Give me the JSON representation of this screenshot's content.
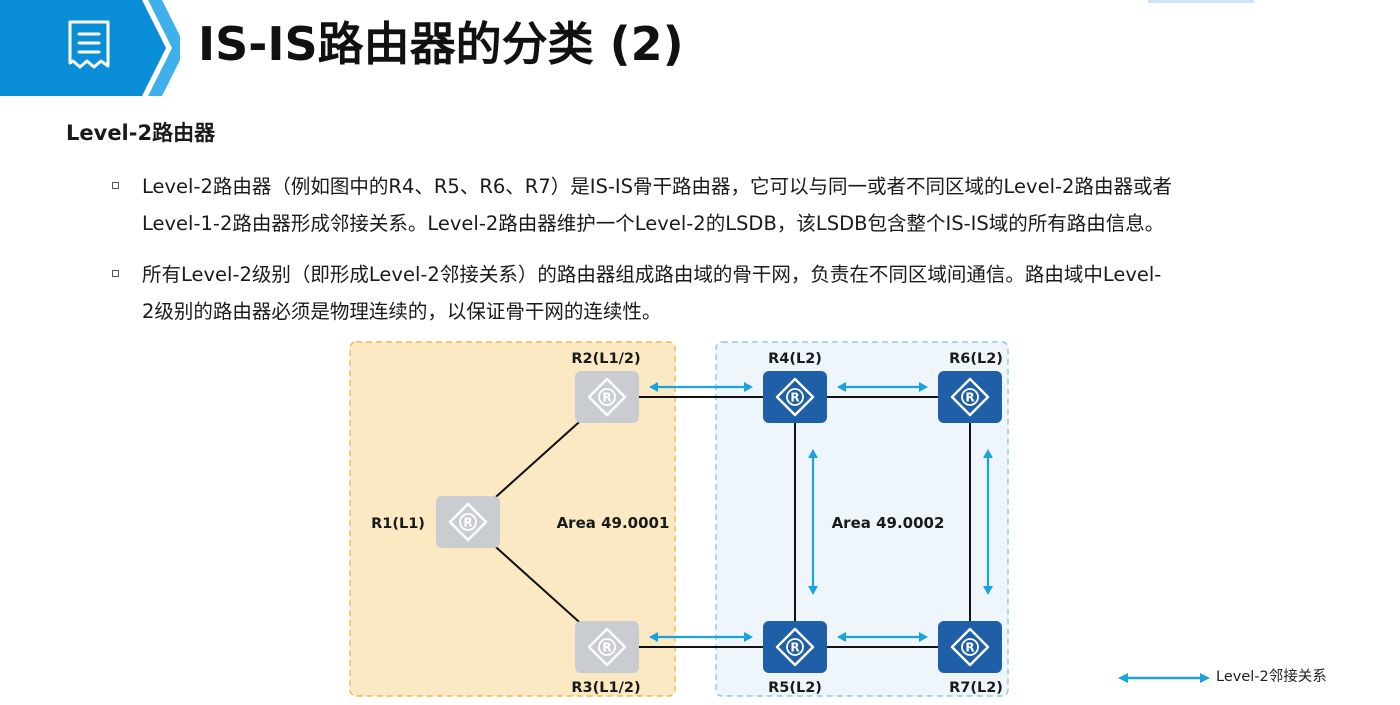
{
  "header": {
    "title": "IS-IS路由器的分类 (2)",
    "icon": "document-list-icon",
    "colors": {
      "banner": "#0b8ed8",
      "banner_light": "#3fb0ec"
    }
  },
  "section": {
    "title": "Level-2路由器"
  },
  "bullets": [
    {
      "lines": [
        "Level-2路由器（例如图中的R4、R5、R6、R7）是IS-IS骨干路由器，它可以与同一或者不同区域的Level-2路由器或者",
        "Level-1-2路由器形成邻接关系。Level-2路由器维护一个Level-2的LSDB，该LSDB包含整个IS-IS域的所有路由信息。"
      ]
    },
    {
      "lines": [
        "所有Level-2级别（即形成Level-2邻接关系）的路由器组成路由域的骨干网，负责在不同区域间通信。路由域中Level-",
        "2级别的路由器必须是物理连续的，以保证骨干网的连续性。"
      ]
    }
  ],
  "diagram": {
    "areas": [
      {
        "name": "Area 49.0001",
        "fill": "#fbe9c4",
        "border": "#f0b94d"
      },
      {
        "name": "Area 49.0002",
        "fill": "#eef6fb",
        "border": "#8ec8e8"
      }
    ],
    "routers": [
      {
        "id": "R1",
        "label": "R1(L1)",
        "style": "gray"
      },
      {
        "id": "R2",
        "label": "R2(L1/2)",
        "style": "gray"
      },
      {
        "id": "R3",
        "label": "R3(L1/2)",
        "style": "gray"
      },
      {
        "id": "R4",
        "label": "R4(L2)",
        "style": "blue"
      },
      {
        "id": "R5",
        "label": "R5(L2)",
        "style": "blue"
      },
      {
        "id": "R6",
        "label": "R6(L2)",
        "style": "blue"
      },
      {
        "id": "R7",
        "label": "R7(L2)",
        "style": "blue"
      }
    ],
    "router_icon_letter": "R",
    "links": [
      [
        "R1",
        "R2"
      ],
      [
        "R1",
        "R3"
      ],
      [
        "R2",
        "R4"
      ],
      [
        "R3",
        "R5"
      ],
      [
        "R4",
        "R6"
      ],
      [
        "R5",
        "R7"
      ],
      [
        "R4",
        "R5"
      ],
      [
        "R6",
        "R7"
      ]
    ],
    "adjacencies": [
      [
        "R2",
        "R4"
      ],
      [
        "R4",
        "R6"
      ],
      [
        "R3",
        "R5"
      ],
      [
        "R5",
        "R7"
      ],
      [
        "R4",
        "R5"
      ],
      [
        "R6",
        "R7"
      ]
    ],
    "colors": {
      "link": "#111111",
      "adjacency_arrow": "#1aa3dc",
      "router_gray": "#c9cdd2",
      "router_blue": "#1f5fa8"
    }
  },
  "legend": {
    "label": "Level-2邻接关系"
  }
}
